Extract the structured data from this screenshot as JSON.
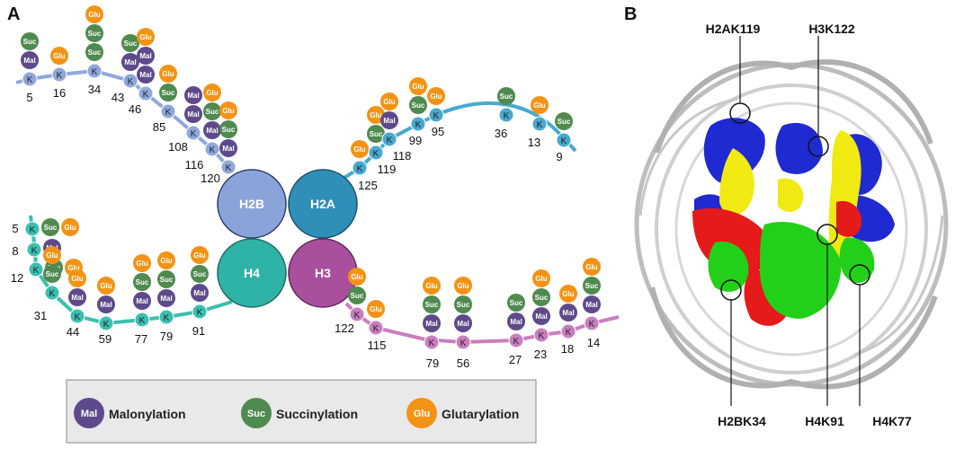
{
  "panel_a_label": "A",
  "panel_b_label": "B",
  "lysine_glyph": "K",
  "histones": {
    "h2b": "H2B",
    "h2a": "H2A",
    "h4": "H4",
    "h3": "H3"
  },
  "modifications": {
    "mal": {
      "abbr": "Mal",
      "name": "Malonylation",
      "color": "#5e4a8b"
    },
    "suc": {
      "abbr": "Suc",
      "name": "Succinylation",
      "color": "#4f8a4f"
    },
    "glu": {
      "abbr": "Glu",
      "name": "Glutarylation",
      "color": "#f39316"
    }
  },
  "tail_colors": {
    "h2b": "#8fa8dc",
    "h2a": "#47a9cf",
    "h4": "#3bbfb1",
    "h3": "#c97ec0"
  },
  "core_colors": {
    "h2b": "#8aa4da",
    "h2a": "#2f8fb8",
    "h4": "#2fb3a6",
    "h3": "#a94f9d"
  },
  "tails": {
    "h2b": {
      "lysines": [
        "5",
        "16",
        "34",
        "43",
        "46",
        "85",
        "108",
        "116",
        "120"
      ],
      "mods": {
        "5": [
          "mal",
          "suc"
        ],
        "16": [
          "glu"
        ],
        "34": [
          "suc",
          "suc",
          "glu"
        ],
        "43": [
          "mal",
          "suc"
        ],
        "46": [
          "mal",
          "mal",
          "glu"
        ],
        "85": [
          "suc",
          "glu"
        ],
        "108": [
          "mal",
          "mal"
        ],
        "116": [
          "mal",
          "suc",
          "glu"
        ],
        "120": [
          "mal",
          "suc",
          "glu"
        ]
      }
    },
    "h2a": {
      "lysines": [
        "125",
        "119",
        "118",
        "99",
        "95",
        "36",
        "13",
        "9"
      ],
      "mods": {
        "125": [
          "glu"
        ],
        "119": [
          "suc",
          "glu"
        ],
        "118": [
          "mal",
          "glu"
        ],
        "99": [
          "suc",
          "glu"
        ],
        "95": [
          "glu"
        ],
        "36": [
          "suc"
        ],
        "13": [
          "glu"
        ],
        "9": [
          "suc"
        ]
      }
    },
    "h4": {
      "lysines": [
        "5",
        "8",
        "12",
        "31",
        "44",
        "59",
        "77",
        "79",
        "91"
      ],
      "mods": {
        "5": [
          "suc",
          "glu"
        ],
        "8": [
          "mal"
        ],
        "12": [
          "suc",
          "glu"
        ],
        "31": [
          "suc",
          "glu"
        ],
        "44": [
          "mal",
          "glu"
        ],
        "59": [
          "mal",
          "glu"
        ],
        "77": [
          "mal",
          "suc",
          "glu"
        ],
        "79": [
          "mal",
          "suc",
          "glu"
        ],
        "91": [
          "mal",
          "suc",
          "glu"
        ]
      }
    },
    "h3": {
      "lysines": [
        "122",
        "115",
        "79",
        "56",
        "27",
        "23",
        "18",
        "14"
      ],
      "mods": {
        "122": [
          "suc",
          "glu"
        ],
        "115": [
          "glu"
        ],
        "79": [
          "mal",
          "suc",
          "glu"
        ],
        "56": [
          "mal",
          "suc",
          "glu"
        ],
        "27": [
          "mal",
          "suc"
        ],
        "23": [
          "mal",
          "suc",
          "glu"
        ],
        "18": [
          "mal",
          "glu"
        ],
        "14": [
          "mal",
          "suc",
          "glu"
        ]
      }
    }
  },
  "structure_labels": {
    "h2ak119": "H2AK119",
    "h3k122": "H3K122",
    "h2bk34": "H2BK34",
    "h4k91": "H4K91",
    "h4k77": "H4K77"
  }
}
